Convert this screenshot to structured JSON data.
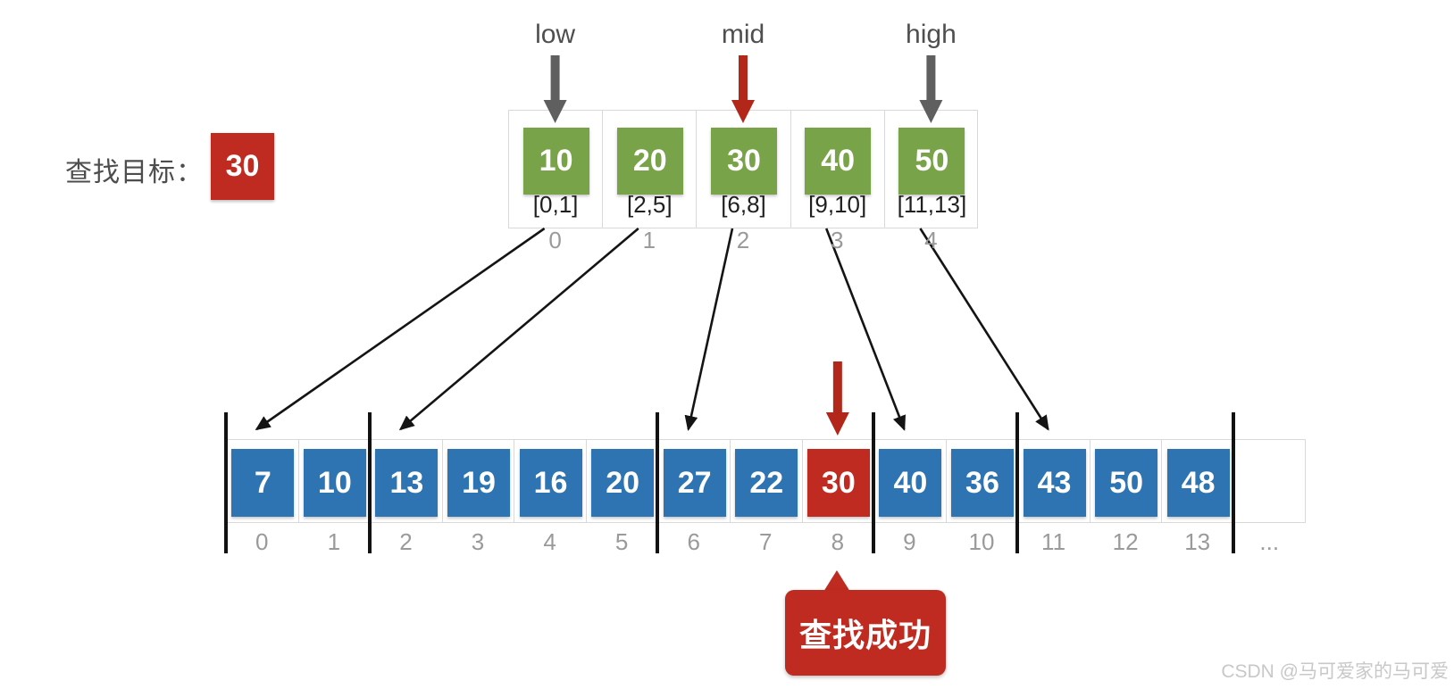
{
  "colors": {
    "green": "#79a348",
    "blue": "#2e74b2",
    "red": "#bf2b20",
    "arrow_gray": "#5f5f5f",
    "arrow_red": "#b2271a",
    "line_black": "#141414"
  },
  "target": {
    "label": "查找目标：",
    "value": "30"
  },
  "pointers": [
    {
      "label": "low",
      "cell": 0,
      "color": "gray"
    },
    {
      "label": "mid",
      "cell": 2,
      "color": "red"
    },
    {
      "label": "high",
      "cell": 4,
      "color": "gray"
    }
  ],
  "index_table": {
    "cells": [
      {
        "value": "10",
        "range": "[0,1]",
        "index": "0",
        "target_index": 0
      },
      {
        "value": "20",
        "range": "[2,5]",
        "index": "1",
        "target_index": 2
      },
      {
        "value": "30",
        "range": "[6,8]",
        "index": "2",
        "target_index": 6
      },
      {
        "value": "40",
        "range": "[9,10]",
        "index": "3",
        "target_index": 9
      },
      {
        "value": "50",
        "range": "[11,13]",
        "index": "4",
        "target_index": 11
      }
    ]
  },
  "array_table": {
    "cells": [
      {
        "value": "7",
        "index": "0"
      },
      {
        "value": "10",
        "index": "1"
      },
      {
        "value": "13",
        "index": "2"
      },
      {
        "value": "19",
        "index": "3"
      },
      {
        "value": "16",
        "index": "4"
      },
      {
        "value": "20",
        "index": "5"
      },
      {
        "value": "27",
        "index": "6"
      },
      {
        "value": "22",
        "index": "7"
      },
      {
        "value": "30",
        "index": "8",
        "highlight": true
      },
      {
        "value": "40",
        "index": "9"
      },
      {
        "value": "36",
        "index": "10"
      },
      {
        "value": "43",
        "index": "11"
      },
      {
        "value": "50",
        "index": "12"
      },
      {
        "value": "48",
        "index": "13"
      }
    ],
    "block_boundaries": [
      0,
      2,
      6,
      9,
      11,
      14
    ],
    "found_index": 8,
    "ellipsis": "..."
  },
  "callout": {
    "text": "查找成功"
  },
  "watermark": "CSDN @马可爱家的马可爱"
}
